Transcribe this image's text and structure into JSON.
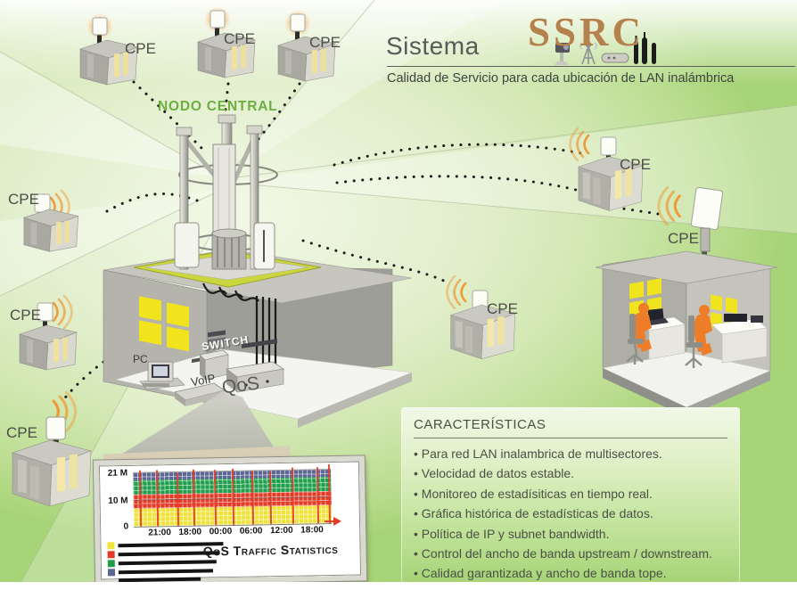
{
  "header": {
    "title_prefix": "Sistema",
    "logo_text": "SSRC",
    "logo_color": "#b5824e",
    "subtitle": "Calidad de Servicio para cada ubicación de LAN inalámbrica"
  },
  "diagram": {
    "central_node_label": "NODO CENTRAL",
    "central_node_color": "#6cae3f",
    "cpe_label": "CPE",
    "cpe_count": 9,
    "equipment": {
      "pc": "PC",
      "voip": "VoIP",
      "switch": "SWITCH",
      "qos": "QoS"
    }
  },
  "features_panel": {
    "title": "CARACTERÍSTICAS",
    "items": [
      "Para red LAN inalambrica de multisectores.",
      "Velocidad de datos estable.",
      "Monitoreo de estadísiticas en tiempo real.",
      "Gráfica histórica de estadísticas de datos.",
      "Política de IP y subnet bandwidth.",
      "Control del ancho de banda upstream / downstream.",
      "Calidad garantizada y ancho de banda tope."
    ]
  },
  "chart_data": {
    "type": "area",
    "title": "QoS Traffic Statistics",
    "ylim": [
      0,
      23
    ],
    "y_ticks": [
      {
        "label": "21 M",
        "value": 21
      },
      {
        "label": "10 M",
        "value": 10
      },
      {
        "label": "0",
        "value": 0
      }
    ],
    "x_ticks": [
      "21:00",
      "18:00",
      "00:00",
      "06:00",
      "12:00",
      "18:00"
    ],
    "series": [
      {
        "name": "yellow-class",
        "color": "#efe23b",
        "from": 0,
        "to": 7
      },
      {
        "name": "red-class",
        "color": "#e23c28",
        "from": 7,
        "to": 12.5
      },
      {
        "name": "green-class",
        "color": "#1f9e4c",
        "from": 12.5,
        "to": 18
      },
      {
        "name": "blue-class",
        "color": "#5d6795",
        "from": 18,
        "to": 21
      }
    ],
    "avg_line": {
      "value": 8.2,
      "color": "#e23c28"
    },
    "event_spikes": [
      {
        "x": 0.03,
        "h": 22
      },
      {
        "x": 0.115,
        "h": 21.8
      },
      {
        "x": 0.22,
        "h": 20.5
      },
      {
        "x": 0.3,
        "h": 22
      },
      {
        "x": 0.41,
        "h": 21.5
      },
      {
        "x": 0.5,
        "h": 22
      },
      {
        "x": 0.6,
        "h": 21
      },
      {
        "x": 0.69,
        "h": 20.5
      },
      {
        "x": 0.8,
        "h": 22
      },
      {
        "x": 0.93,
        "h": 21.8
      },
      {
        "x": 0.985,
        "h": 23
      }
    ],
    "legend": {
      "swatch_colors": [
        "#efe23b",
        "#e23c28",
        "#1f9e4c",
        "#5d6795"
      ]
    },
    "grid": true,
    "legend_position": "bottom-left"
  }
}
